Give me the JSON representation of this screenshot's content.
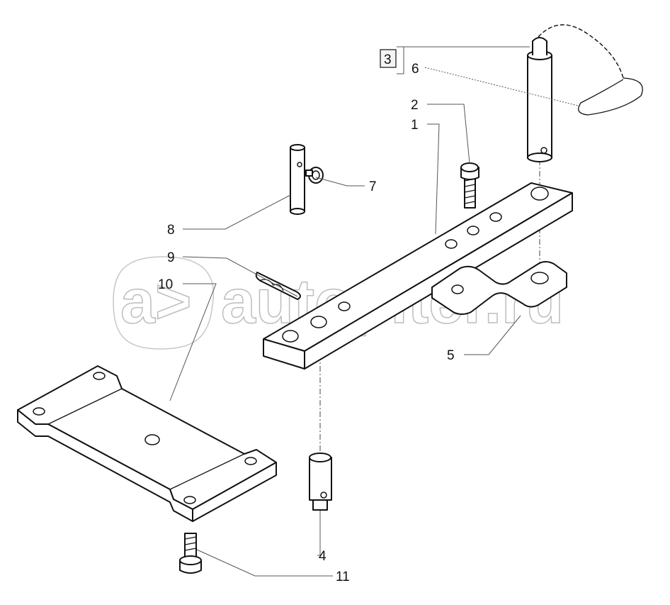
{
  "watermark": {
    "logo_text": "a>",
    "site": "autopiter.ru"
  },
  "callouts": {
    "c1": "1",
    "c2": "2",
    "c3": "3",
    "c4": "4",
    "c5": "5",
    "c6": "6",
    "c7": "7",
    "c8": "8",
    "c9": "9",
    "c10": "10",
    "c11": "11"
  }
}
